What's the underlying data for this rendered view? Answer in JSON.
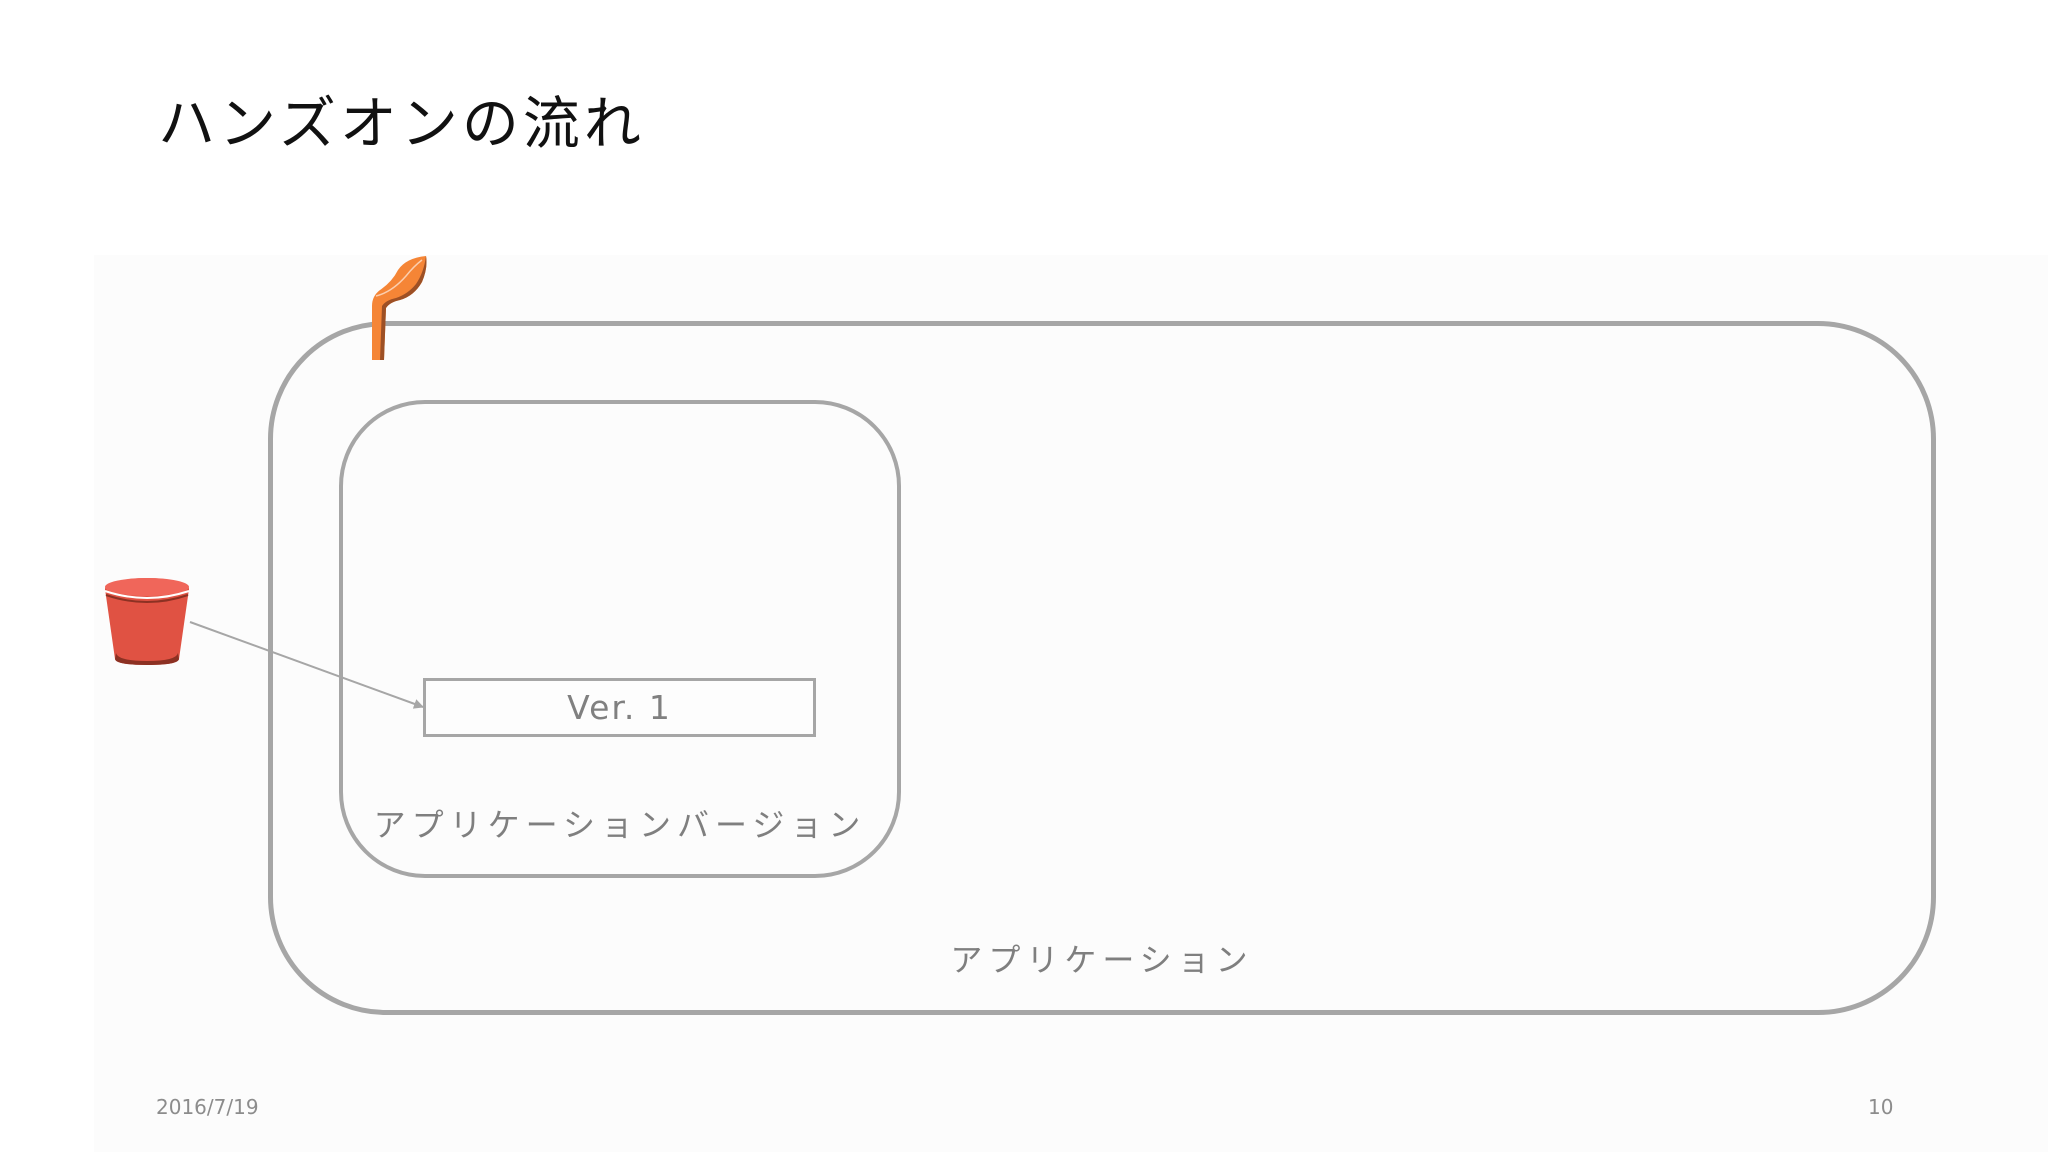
{
  "slide": {
    "title": "ハンズオンの流れ",
    "date": "2016/7/19",
    "page_number": "10"
  },
  "diagram": {
    "application_label": "アプリケーション",
    "application_version_label": "アプリケーションバージョン",
    "version_box_label": "Ver. 1"
  },
  "icons": {
    "source": "s3-bucket-icon",
    "service": "elastic-beanstalk-icon"
  },
  "colors": {
    "box_border": "#a6a6a6",
    "label_text": "#7f7f7f",
    "bucket_red": "#e05243",
    "beanstalk_orange": "#f58536"
  }
}
